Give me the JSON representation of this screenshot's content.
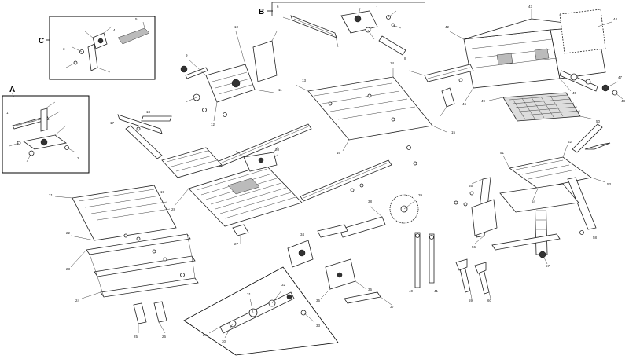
{
  "callouts": [
    "A",
    "B",
    "C"
  ],
  "part_labels": [
    "1",
    "2",
    "3",
    "4",
    "5",
    "6",
    "7",
    "8",
    "9",
    "10",
    "11",
    "12",
    "13",
    "14",
    "15",
    "16",
    "17",
    "18",
    "19",
    "20",
    "21",
    "22",
    "23",
    "24",
    "25",
    "26",
    "27",
    "28",
    "29",
    "30",
    "31",
    "32",
    "33",
    "34",
    "35",
    "36",
    "37",
    "38",
    "39",
    "40",
    "41",
    "42",
    "43",
    "44",
    "45",
    "46",
    "47",
    "48",
    "49",
    "50",
    "51",
    "52",
    "53",
    "54",
    "55",
    "56",
    "57",
    "58",
    "59",
    "60"
  ]
}
